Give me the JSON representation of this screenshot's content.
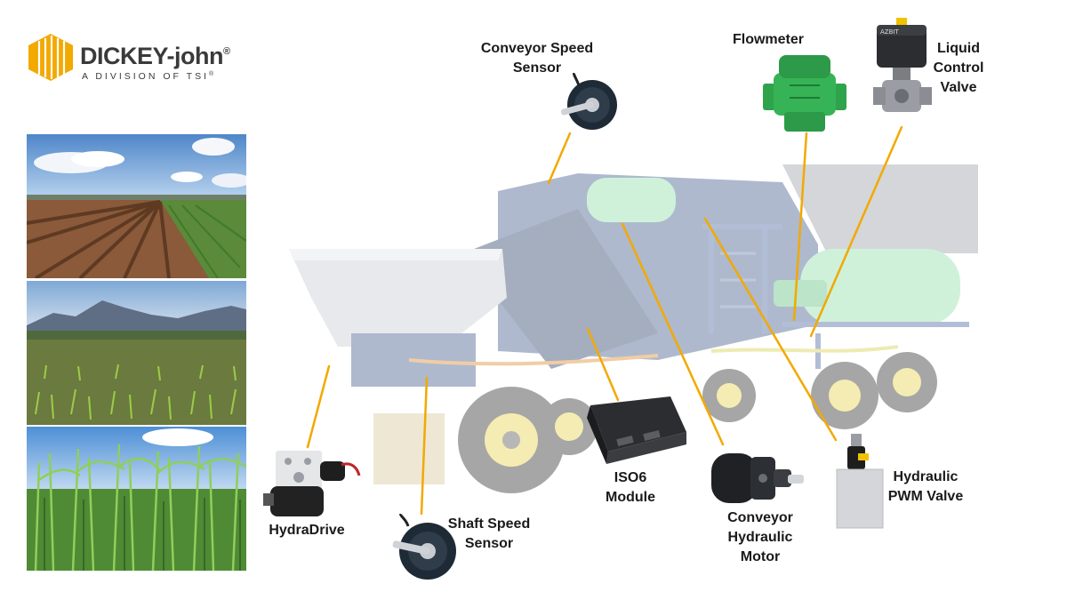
{
  "logo": {
    "brand": "DICKEY-john",
    "registered": "®",
    "subtitle": "A DIVISION OF TSI",
    "subtitle_registered": "®",
    "accent": "#f2a900"
  },
  "colors": {
    "leader_line": "#f2a900",
    "machine_body": "#3f5b8c",
    "tank": "#8fe0a8",
    "hopper": "#c9cdd2"
  },
  "photos": [
    {
      "name": "field-young-rows"
    },
    {
      "name": "field-sprouting-mountains"
    },
    {
      "name": "field-mature-cane"
    }
  ],
  "components": [
    {
      "key": "conveyor_speed_sensor",
      "label": "Conveyor Speed\nSensor",
      "icon": "speed-sensor-icon"
    },
    {
      "key": "flowmeter",
      "label": "Flowmeter",
      "icon": "flowmeter-icon"
    },
    {
      "key": "liquid_control_valve",
      "label": "Liquid\nControl\nValve",
      "icon": "control-valve-icon"
    },
    {
      "key": "hydradrive",
      "label": "HydraDrive",
      "icon": "hydradrive-icon"
    },
    {
      "key": "shaft_speed_sensor",
      "label": "Shaft Speed\nSensor",
      "icon": "speed-sensor-icon"
    },
    {
      "key": "iso6_module",
      "label": "ISO6\nModule",
      "icon": "iso-module-icon"
    },
    {
      "key": "conveyor_hydraulic_motor",
      "label": "Conveyor\nHydraulic\nMotor",
      "icon": "hydraulic-motor-icon"
    },
    {
      "key": "hydraulic_pwm_valve",
      "label": "Hydraulic\nPWM Valve",
      "icon": "pwm-valve-icon"
    }
  ]
}
